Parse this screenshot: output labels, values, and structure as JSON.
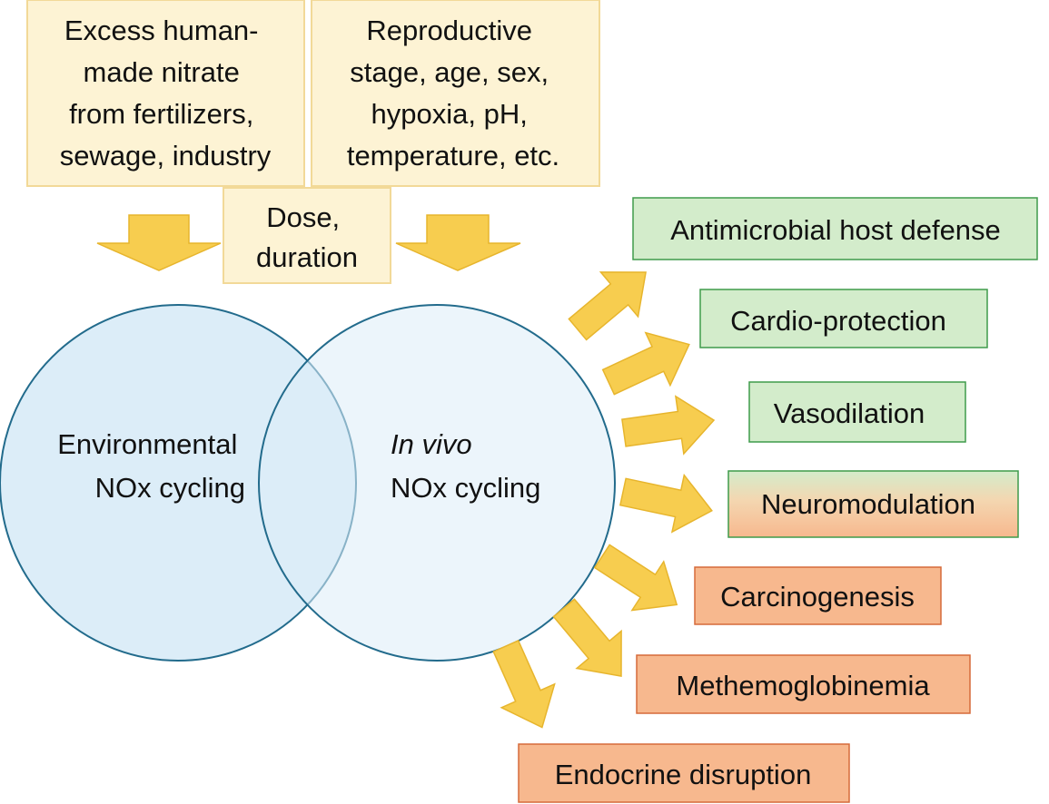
{
  "factors": {
    "human_nitrate": [
      "Excess human-",
      "made nitrate",
      "from fertilizers,",
      "sewage, industry"
    ],
    "physiology": [
      "Reproductive",
      "stage, age, sex,",
      "hypoxia, pH,",
      "temperature, etc."
    ],
    "dose": [
      "Dose,",
      "duration"
    ]
  },
  "circles": {
    "environmental": [
      "Environmental",
      "NOx cycling"
    ],
    "in_vivo_italic": "In vivo",
    "in_vivo_rest": "NOx cycling"
  },
  "outcomes": {
    "antimicrobial": "Antimicrobial host defense",
    "cardio": "Cardio-protection",
    "vasodilation": "Vasodilation",
    "neuromodulation": "Neuromodulation",
    "carcinogenesis": "Carcinogenesis",
    "methemoglobinemia": "Methemoglobinemia",
    "endocrine": "Endocrine disruption"
  },
  "colors": {
    "factor_fill": "#fdf3d4",
    "factor_border": "#f2d998",
    "arrow_fill": "#f7cd4f",
    "arrow_stroke": "#e7b52d",
    "circle_fill": "#dcedf8",
    "circle_stroke": "#226b8c",
    "beneficial_fill": "#d3eccb",
    "beneficial_border": "#3f9b4b",
    "harmful_fill": "#f7b88e",
    "harmful_border": "#d66a3a"
  }
}
